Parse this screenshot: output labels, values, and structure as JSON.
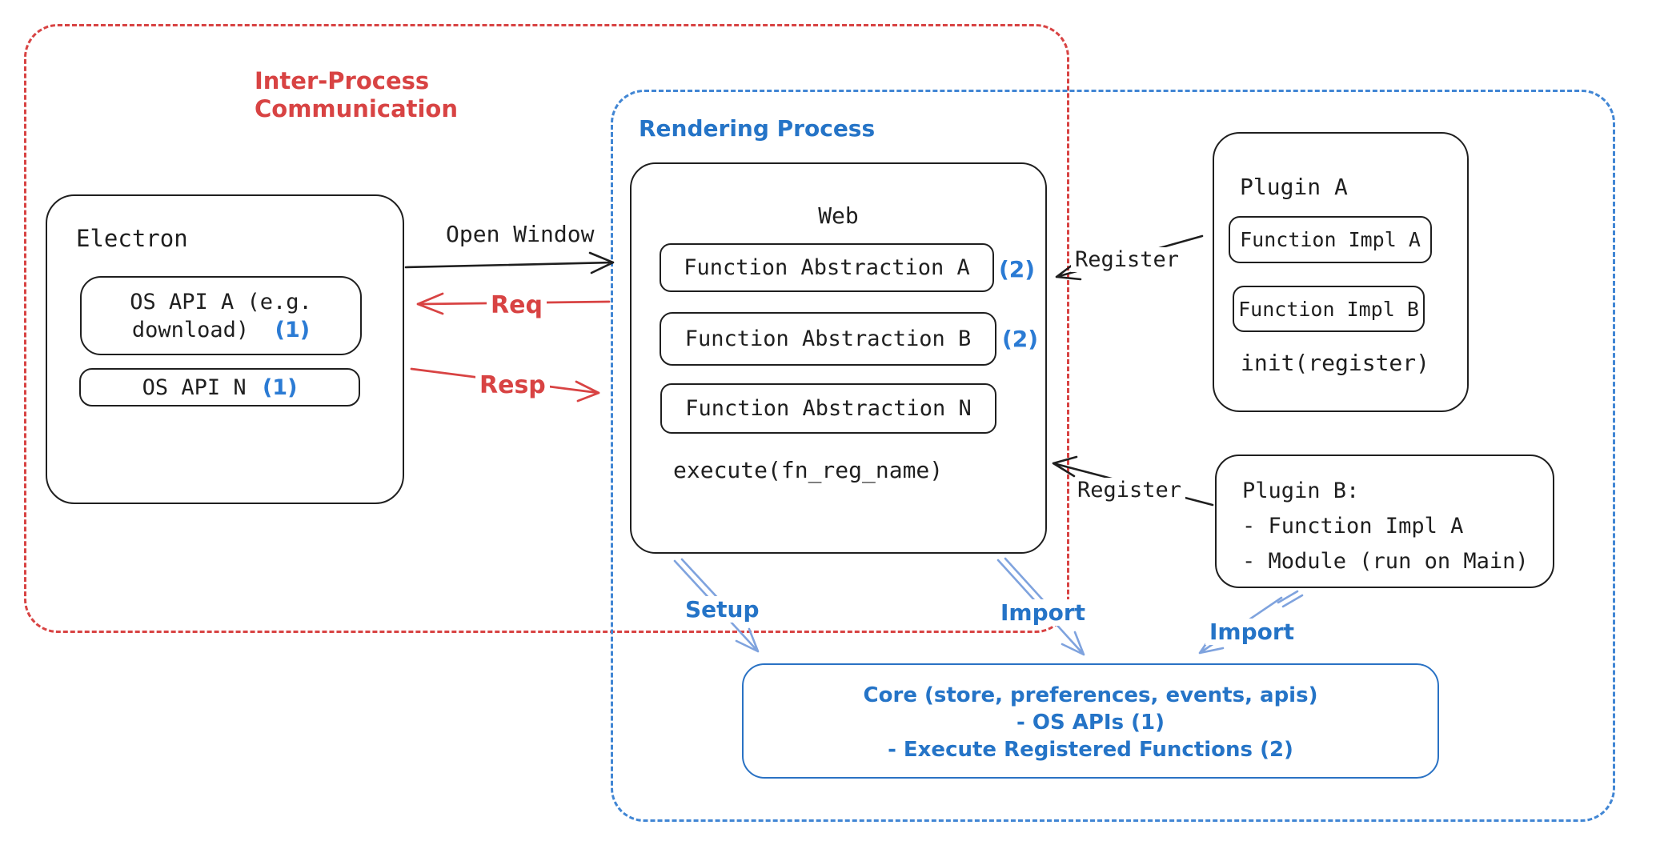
{
  "colors": {
    "red_accent": "#d84343",
    "blue_border": "#4186d4",
    "blue_label": "#2574c7",
    "badge_blue": "#2b7bd4",
    "light_arrow_blue": "#7fa3de",
    "ink": "#1f1f1f"
  },
  "ipc": {
    "label": "Inter-Process\nCommunication"
  },
  "rendering": {
    "label": "Rendering Process"
  },
  "electron": {
    "title": "Electron",
    "api_a_line1": "OS API A (e.g.",
    "api_a_line2": "download)",
    "api_a_badge": "(1)",
    "api_n_label": "OS API N",
    "api_n_badge": "(1)"
  },
  "web": {
    "title": "Web",
    "rows": [
      {
        "label": "Function Abstraction A",
        "badge": "(2)"
      },
      {
        "label": "Function Abstraction B",
        "badge": "(2)"
      },
      {
        "label": "Function Abstraction N",
        "badge": ""
      }
    ],
    "execute": "execute(fn_reg_name)"
  },
  "plugin_a": {
    "title": "Plugin A",
    "impl_a": "Function Impl A",
    "impl_b": "Function Impl B",
    "init": "init(register)"
  },
  "plugin_b": {
    "line1": "Plugin B:",
    "line2": "- Function Impl A",
    "line3": "- Module (run on Main)"
  },
  "core": {
    "line1": "Core (store, preferences, events, apis)",
    "line2": "- OS APIs (1)",
    "line3": "- Execute Registered Functions (2)"
  },
  "arrows": {
    "open_window": "Open Window",
    "req": "Req",
    "resp": "Resp",
    "register_top": "Register",
    "register_bottom": "Register",
    "setup": "Setup",
    "import_web": "Import",
    "import_plugin": "Import"
  }
}
